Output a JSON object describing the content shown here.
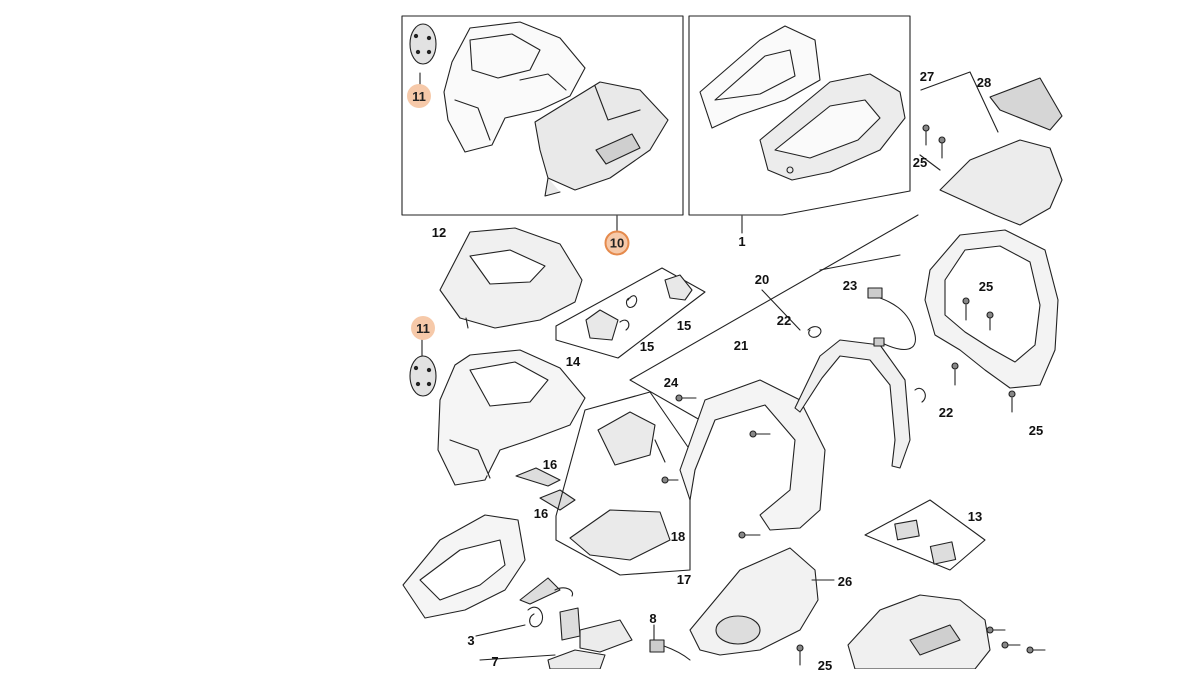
{
  "diagram": {
    "accent_color": "#e58a4c",
    "highlight_fill": "#f6c9a9",
    "line_color": "#222222",
    "part_numbers": {
      "p1": "1",
      "p3": "3",
      "p7": "7",
      "p8": "8",
      "p10": "10",
      "p11a": "11",
      "p11b": "11",
      "p12": "12",
      "p13": "13",
      "p14": "14",
      "p15a": "15",
      "p15b": "15",
      "p16a": "16",
      "p16b": "16",
      "p17": "17",
      "p18": "18",
      "p20": "20",
      "p21": "21",
      "p22a": "22",
      "p22b": "22",
      "p23": "23",
      "p24": "24",
      "p25a": "25",
      "p25b": "25",
      "p25c": "25",
      "p25d": "25",
      "p26": "26",
      "p27": "27",
      "p28": "28"
    }
  }
}
